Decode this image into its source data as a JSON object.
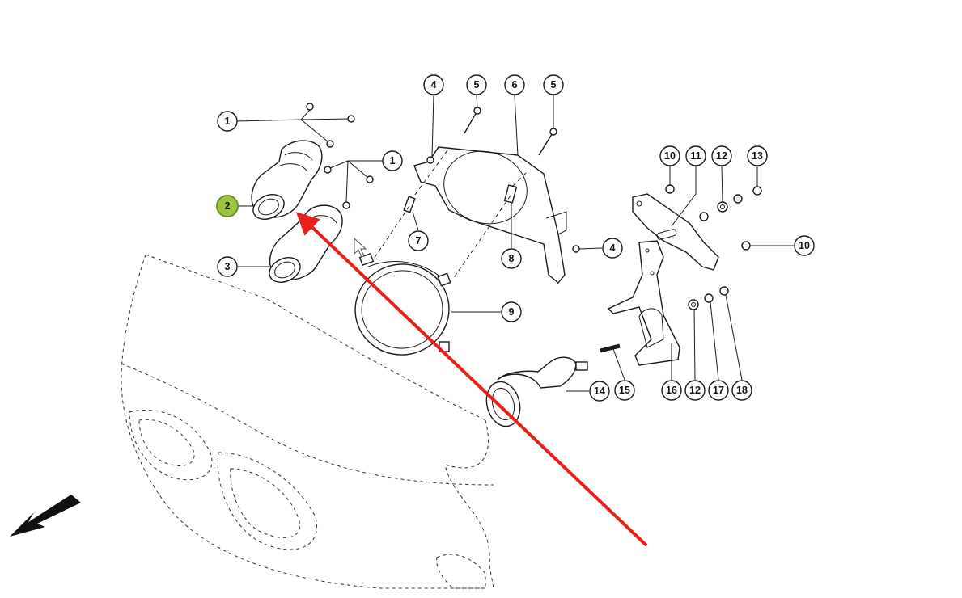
{
  "callouts": [
    {
      "id": "c1a",
      "label": "1",
      "highlight": false
    },
    {
      "id": "c1b",
      "label": "1",
      "highlight": false
    },
    {
      "id": "c2",
      "label": "2",
      "highlight": true
    },
    {
      "id": "c3",
      "label": "3",
      "highlight": false
    },
    {
      "id": "c4a",
      "label": "4",
      "highlight": false
    },
    {
      "id": "c4b",
      "label": "4",
      "highlight": false
    },
    {
      "id": "c5a",
      "label": "5",
      "highlight": false
    },
    {
      "id": "c5b",
      "label": "5",
      "highlight": false
    },
    {
      "id": "c6",
      "label": "6",
      "highlight": false
    },
    {
      "id": "c7",
      "label": "7",
      "highlight": false
    },
    {
      "id": "c8",
      "label": "8",
      "highlight": false
    },
    {
      "id": "c9",
      "label": "9",
      "highlight": false
    },
    {
      "id": "c10a",
      "label": "10",
      "highlight": false
    },
    {
      "id": "c10b",
      "label": "10",
      "highlight": false
    },
    {
      "id": "c11",
      "label": "11",
      "highlight": false
    },
    {
      "id": "c12a",
      "label": "12",
      "highlight": false
    },
    {
      "id": "c12b",
      "label": "12",
      "highlight": false
    },
    {
      "id": "c13",
      "label": "13",
      "highlight": false
    },
    {
      "id": "c14",
      "label": "14",
      "highlight": false
    },
    {
      "id": "c15",
      "label": "15",
      "highlight": false
    },
    {
      "id": "c16",
      "label": "16",
      "highlight": false
    },
    {
      "id": "c17",
      "label": "17",
      "highlight": false
    },
    {
      "id": "c18",
      "label": "18",
      "highlight": false
    }
  ],
  "colors": {
    "highlight_fill": "#9bc53d",
    "annotation_arrow": "#e8201c",
    "ink": "#1a1a1a"
  },
  "icons": {
    "direction": "front-direction-arrow-icon",
    "pointer": "mouse-cursor-icon"
  }
}
